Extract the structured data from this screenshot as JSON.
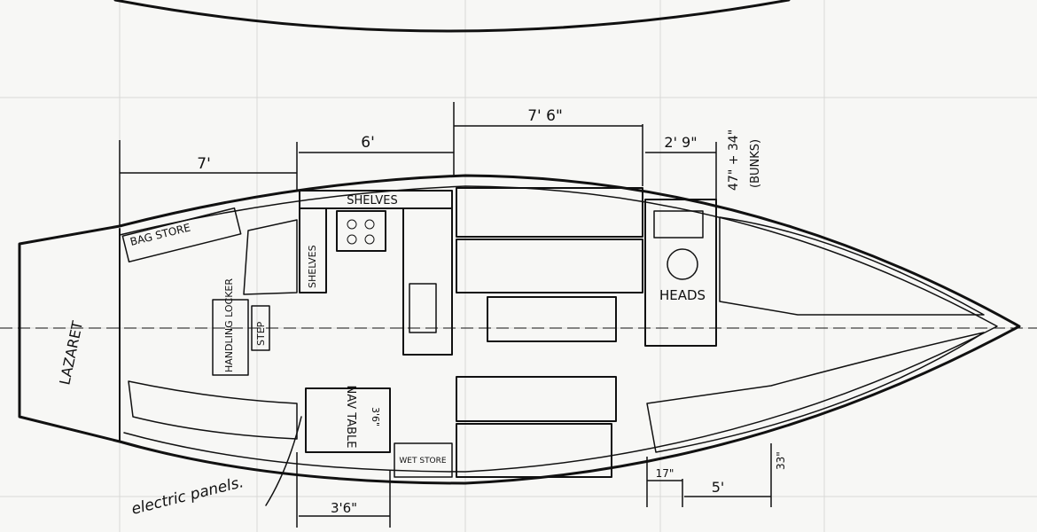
{
  "dimensions": {
    "aft_length": "7'",
    "galley_length": "6'",
    "saloon_length": "7' 6\"",
    "heads_length": "2' 9\"",
    "bunk_width": "47\" + 34\"",
    "bunk_note": "(BUNKS)",
    "nav_length": "3'6\"",
    "bunk_small": "17\"",
    "forepeak_length": "5'",
    "forepeak_small": "33\""
  },
  "labels": {
    "lazaret": "LAZARET",
    "bag_store": "BAG STORE",
    "shelves_top": "SHELVES",
    "shelves_side": "SHELVES",
    "handling_locker": "HANDLING LOCKER",
    "step": "STEP",
    "nav_table": "NAV TABLE",
    "nav_dim": "3'6\"",
    "heads": "HEADS",
    "wet_store": "WET STORE",
    "electric_panels": "electric panels."
  }
}
